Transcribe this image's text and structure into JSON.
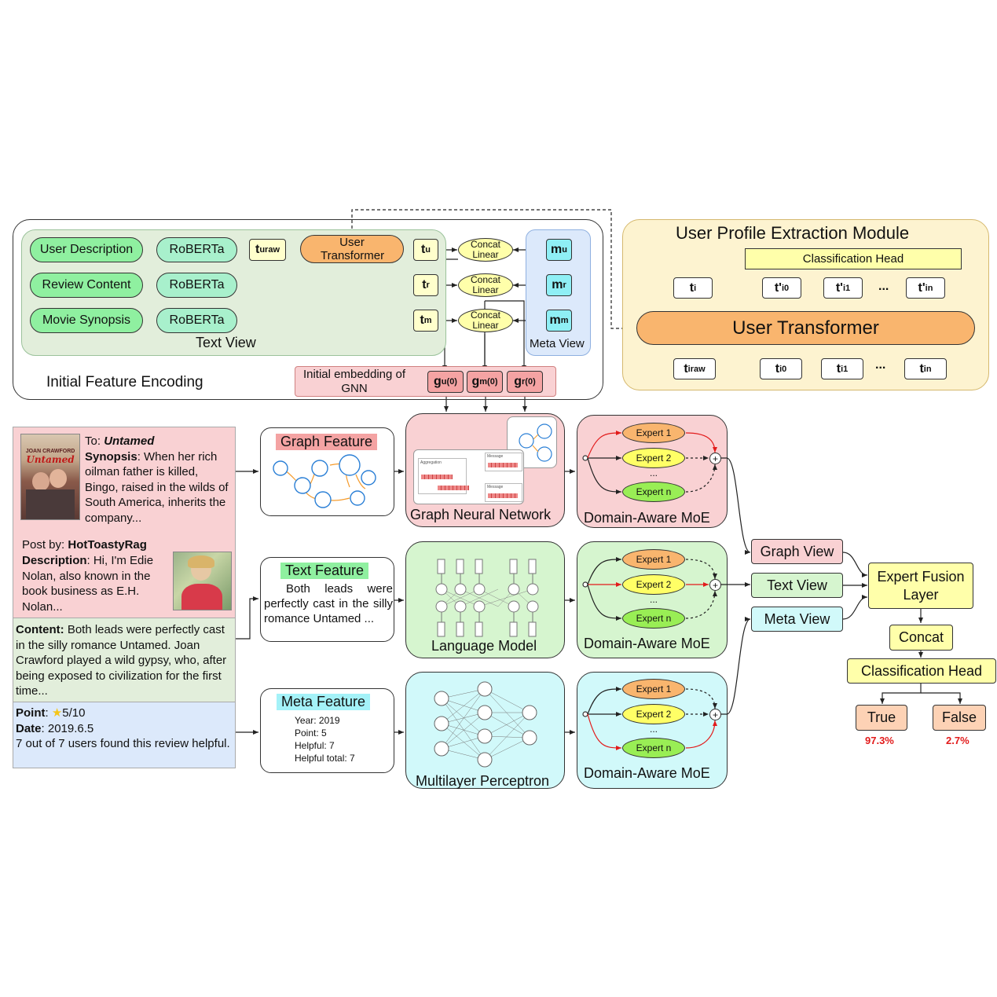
{
  "encoding": {
    "title": "Initial Feature Encoding",
    "text_view_label": "Text View",
    "meta_view_label": "Meta View",
    "inputs": [
      "User Description",
      "Review Content",
      "Movie Synopsis"
    ],
    "encoder": "RoBERTa",
    "user_transformer": "User Transformer",
    "concat_linear": [
      "Concat",
      "Linear"
    ],
    "gnn_embedding_label": "Initial embedding of GNN"
  },
  "profile_module": {
    "title": "User Profile Extraction Module",
    "classification_head": "Classification Head",
    "user_transformer": "User Transformer",
    "ellipsis": "..."
  },
  "review": {
    "to_label": "To: ",
    "to_value": "Untamed",
    "synopsis_label": "Synopsis",
    "synopsis_text": ": When her rich oilman father is killed, Bingo, raised in the wilds of South America, inherits the company...",
    "post_label": "Post by: ",
    "post_value": "HotToastyRag",
    "description_label": "Description",
    "description_text": ": Hi, I'm Edie Nolan, also known in the book business as E.H. Nolan...",
    "content_label": "Content:",
    "content_text": " Both leads were perfectly cast in the silly romance Untamed. Joan Crawford played a wild gypsy, who, after being exposed to civilization for the first time...",
    "point_label": "Point",
    "point_value": "5/10",
    "date_label": "Date",
    "date_value": "2019.6.5",
    "helpful_text": "7 out of 7 users found this review helpful.",
    "poster": {
      "actor": "JOAN CRAWFORD",
      "title": "Untamed"
    }
  },
  "features": {
    "graph": "Graph Feature",
    "text": "Text Feature",
    "text_body": "Both leads were perfectly cast in the silly romance Untamed ...",
    "meta": "Meta Feature",
    "meta_lines": [
      "Year: 2019",
      "Point: 5",
      "Helpful: 7",
      "Helpful total: 7"
    ]
  },
  "models": {
    "gnn": "Graph Neural Network",
    "gnn_aggregation": "Aggregation",
    "gnn_message": "Message",
    "lm": "Language Model",
    "mlp": "Multilayer Perceptron"
  },
  "moe": {
    "label": "Domain-Aware MoE",
    "experts": [
      "Expert 1",
      "Expert 2",
      "Expert n"
    ],
    "dots": "...",
    "plus": "+"
  },
  "fusion": {
    "views": [
      "Graph View",
      "Text View",
      "Meta View"
    ],
    "fusion_layer": "Expert Fusion Layer",
    "concat": "Concat",
    "classification_head": "Classification Head",
    "outputs": [
      {
        "label": "True",
        "prob": "97.3%"
      },
      {
        "label": "False",
        "prob": "2.7%"
      }
    ]
  },
  "colors": {
    "text_view_bg": "#e2eedb",
    "meta_view_bg": "#dce9fb",
    "profile_bg": "#fdf3d0",
    "gnn_bg": "#f9d1d3",
    "lm_bg": "#d6f5cf",
    "mlp_bg": "#d1f9fa",
    "user_transformer": "#f9b56e",
    "accent_red": "#e21b1b"
  }
}
